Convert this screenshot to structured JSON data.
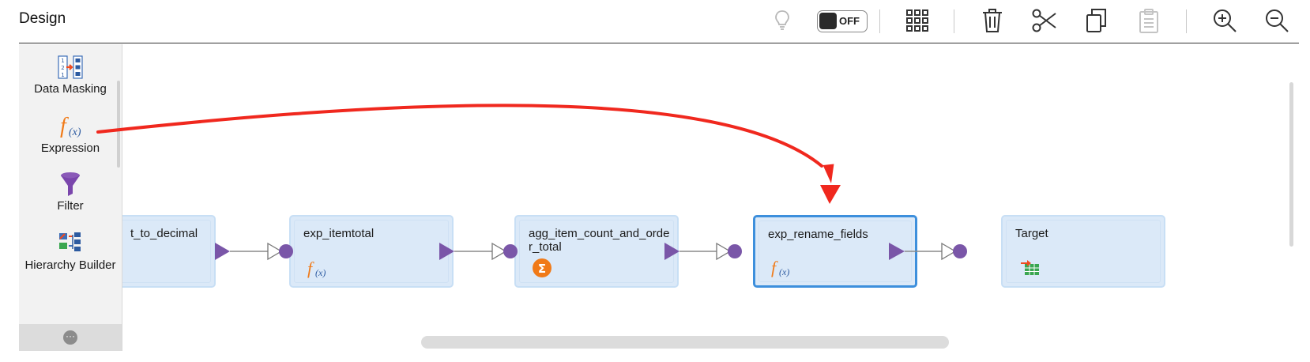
{
  "header": {
    "title": "Design",
    "toggle_label": "OFF"
  },
  "toolbar": {
    "buttons": [
      {
        "name": "bulb-icon"
      },
      {
        "name": "grid-icon"
      },
      {
        "name": "trash-icon"
      },
      {
        "name": "scissors-icon"
      },
      {
        "name": "copy-icon"
      },
      {
        "name": "paste-icon",
        "disabled": true
      },
      {
        "name": "zoom-in-icon"
      },
      {
        "name": "zoom-out-icon"
      }
    ]
  },
  "palette": {
    "items": [
      {
        "label": "Data Masking",
        "icon": "data-masking-icon"
      },
      {
        "label": "Expression",
        "icon": "expression-icon"
      },
      {
        "label": "Filter",
        "icon": "filter-icon"
      },
      {
        "label": "Hierarchy Builder",
        "icon": "hierarchy-builder-icon"
      }
    ],
    "more_icon": "more-icon"
  },
  "nodes": [
    {
      "label": "t_to_decimal",
      "icon": ""
    },
    {
      "label": "exp_itemtotal",
      "icon": "expression-icon"
    },
    {
      "label": "agg_item_count_and_order_total",
      "icon": "aggregator-icon"
    },
    {
      "label": "exp_rename_fields",
      "icon": "expression-icon",
      "selected": true
    },
    {
      "label": "Target",
      "icon": "target-icon"
    }
  ],
  "colors": {
    "accent": "#3d8fdc",
    "node_fill": "#dbe9f8",
    "port": "#7a56a8",
    "annotation_arrow": "#f0281e",
    "expression_f": "#f07a18",
    "aggregator": "#f07a18"
  }
}
